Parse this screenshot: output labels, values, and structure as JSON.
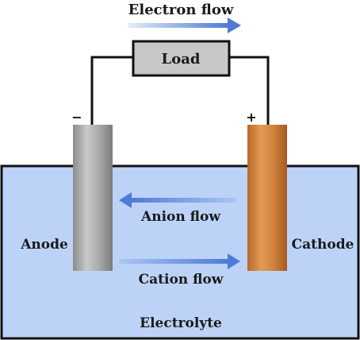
{
  "labels": {
    "electron_flow": "Electron flow",
    "load": "Load",
    "anode_sign": "−",
    "cathode_sign": "+",
    "anode": "Anode",
    "cathode": "Cathode",
    "anion_flow": "Anion flow",
    "cation_flow": "Cation flow",
    "electrolyte": "Electrolyte"
  },
  "colors": {
    "electrolyte_fill": "#bcd3f7",
    "arrow": "#4f7ad6",
    "load_fill": "#c8c8c8",
    "wire": "#111111",
    "anode_metal": "#a9a9a9",
    "cathode_metal": "#cf843c"
  }
}
